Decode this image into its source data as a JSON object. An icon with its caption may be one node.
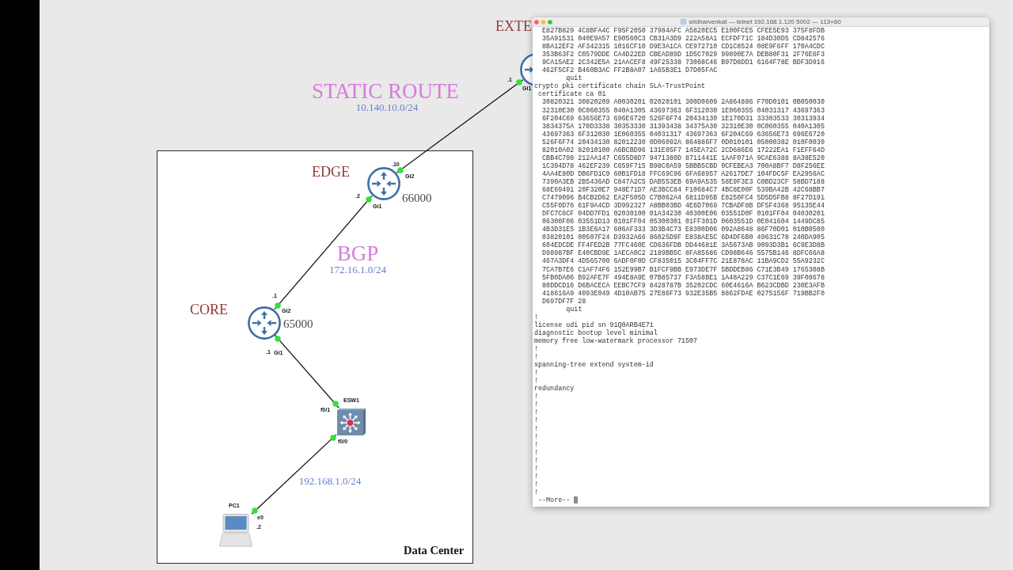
{
  "diagram": {
    "nodes": [
      {
        "text": [
          "EXTE"
        ]
      },
      {
        "text": [
          "Data Center"
        ]
      },
      {
        "text": [
          "EDGE"
        ],
        "beside": [
          "66000"
        ],
        "in": 1
      },
      {
        "text": [
          "CORE"
        ],
        "beside": [
          "65000"
        ],
        "in": 1
      },
      {
        "text": [
          "ESW1"
        ],
        "in": 1
      },
      {
        "text": [
          "PC1"
        ],
        "in": 1
      }
    ],
    "edges": [
      {
        "from": 0,
        "to": 2,
        "arrow": "none"
      },
      {
        "from": 2,
        "to": 3,
        "arrow": "none"
      },
      {
        "from": 3,
        "to": 4,
        "arrow": "none"
      },
      {
        "from": 4,
        "to": 5,
        "arrow": "none"
      }
    ],
    "labels": [
      ".1",
      "Gi1",
      "STATIC ROUTE",
      "10.140.10.0/24",
      ".10",
      "Gi2",
      ".2",
      "Gi1",
      "BGP",
      "172.16.1.0/24",
      ".1",
      "Gi2",
      ".1",
      "Gi1",
      "f0/1",
      "f0/0",
      "192.168.1.0/24",
      "e0",
      ".2",
      "sridharvenkat — telnet 192.168.1.120 5002 — 113×60",
      "E827B829 4C8BFA4C F95F2050 37984AFC A5820EC5 E100FCE5 CFEE5E93 375F8FDB",
      "35A91531 040E9A57 E90560C3 CB31A3D9 222A58A1 ECFDF71C 184D30D5 CD842576",
      "8BA12EF2 AF342315 1016CF10 D9E3A1CA CE972710 CD1C8524 08E9F6FF 170A4CDC",
      "353B63F2 C0579DDE CA4D22ED CBEAD89D 1D5C7029 99890E7A DEB80F31 2F76E6F3",
      "9CA15AE2 2C342E5A 21AACEF8 49F25338 73068C46 B97D8DD1 6164F78E BDF3D916",
      "462F5CF2 B460B3AC FF2B8A07 1A65B3E1 D7D05FAC",
      "quit",
      "crypto pki certificate chain SLA-TrustPoint",
      "certificate ca 01",
      "30820321 30820209 A0030201 02020101 300D0609 2A864886 F70D0101 0B050030",
      "32310E30 0C060355 040A1305 43697363 6F312030 1E060355 04031317 43697363",
      "6F204C69 63656E73 696E6720 526F6F74 20434130 1E170D31 33303533 30313934",
      "3834375A 170D3338 30353330 31393438 34375A30 32310E30 0C060355 040A1305",
      "43697363 6F312030 1E060355 04031317 43697363 6F204C69 63656E73 696E6720",
      "526F6F74 20434130 82012230 0D06092A 864886F7 0D010101 05000382 010F0030",
      "82010A02 82010100 A6BCBD96 131E05F7 145EA72C 2CD686E6 17222EA1 F1EFF64D",
      "CBB4C798 212AA147 C655D8D7 9471380D 8711441E 1AAF071A 9CAE6388 8A38E520",
      "1C394D78 462EF239 C659F715 B98C0A59 5BBB5CBD 0CFEBEA3 700A8BF7 D8F256EE",
      "4AA4E80D DB6FD1C9 60B1FD18 FFC69C96 6FA68957 A2617DE7 104FDC5F EA2956AC",
      "7390A3EB 2B5436AD C847A2C5 DAB553EB 69A9A535 58E9F3E3 C0BD23CF 58BD7188",
      "68E69491 20F320E7 948E71D7 AE3BCC84 F10684C7 4BC8E00F 539BA42B 42C68BB7",
      "C7479096 B4CB2D62 EA2F505D C7B062A4 6811D95B E8250FC4 5D5D5FB8 8F27D191",
      "C55F0D76 61F9A4CD 3D992327 A8BB03BD 4E6D7069 7CBADF8B DF5F4368 95135E44",
      "DFC7C6CF 04DD7FD1 02030100 01A34230 40300E06 03551D0F 0101FF04 04030201",
      "06300F06 03551D13 0101FF04 05300301 01FF301D 0603551D 0E041604 1449DC85",
      "4B3D31E5 1B3E6A17 606AF333 3D3B4C73 E8300D06 092A8648 86F70D01 010B0500",
      "03820101 00507F24 D3932A66 86025D9F E838AE5C 6D4DF6B0 49631C78 240DA905",
      "604EDCDE FF4FED2B 77FC460E CD636FDB DD44681E 3A5673AB 9093D3B1 6C9E3D8B",
      "D98987BF E40CBD9E 1AECA0C2 2189BB5C 8FA85686 CD98B646 5575B146 8DFC66A8",
      "467A3DF4 4D565700 6ADF0F0D CF835015 3C04FF7C 21E878AC 11BA9CD2 55A9232C",
      "7CA7B7E6 C1AF74F6 152E99B7 B1FCF9BB E973DE7F 5BDDEB86 C71E3B49 1765308B",
      "5FB0DA06 B92AFE7F 494E8A9E 07B85737 F3A58BE1 1A48A229 C37C1E69 39F08678",
      "80DDCD16 D6BACECA EEBC7CF9 8428787B 35202CDC 60E4616A B623CDBD 230E3AFB",
      "418616A9 4093E049 4D10AB75 27E86F73 932E35B5 8862FDAE 0275156F 719BB2F0",
      "D697DF7F 28",
      "quit",
      "!",
      "license udi pid sn 91Q0ARB4E71",
      "diagnostic bootup level minimal",
      "memory free low-watermark processor 71507",
      "!",
      "!",
      "spanning-tree extend system-id",
      "!",
      "!",
      "redundancy",
      "!",
      "!",
      "!",
      "!",
      "!",
      "!",
      "!",
      "!",
      "!",
      "!",
      "!",
      "!",
      "!",
      "--More--"
    ]
  }
}
